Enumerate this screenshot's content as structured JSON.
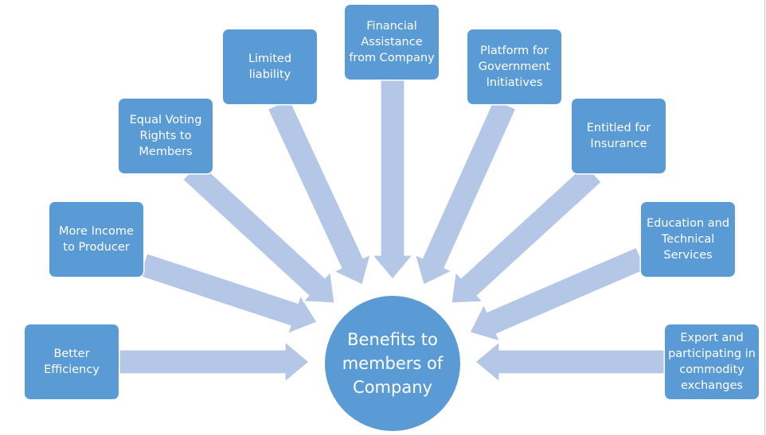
{
  "diagram": {
    "center": {
      "label": "Benefits to members of Company"
    },
    "benefits": [
      {
        "id": "better-efficiency",
        "label": "Better Efficiency"
      },
      {
        "id": "more-income",
        "label": "More Income to Producer"
      },
      {
        "id": "equal-voting",
        "label": "Equal Voting Rights to Members"
      },
      {
        "id": "limited-liability",
        "label": "Limited liability"
      },
      {
        "id": "financial-assistance",
        "label": "Financial Assistance from Company"
      },
      {
        "id": "government-platform",
        "label": "Platform for Government Initiatives"
      },
      {
        "id": "insurance",
        "label": "Entitled for Insurance"
      },
      {
        "id": "education",
        "label": "Education and Technical Services"
      },
      {
        "id": "export",
        "label": "Export and participating in commodity exchanges"
      }
    ],
    "colors": {
      "node_fill": "#5b9bd5",
      "arrow_fill": "#b4c7e7",
      "text": "#ffffff"
    }
  }
}
